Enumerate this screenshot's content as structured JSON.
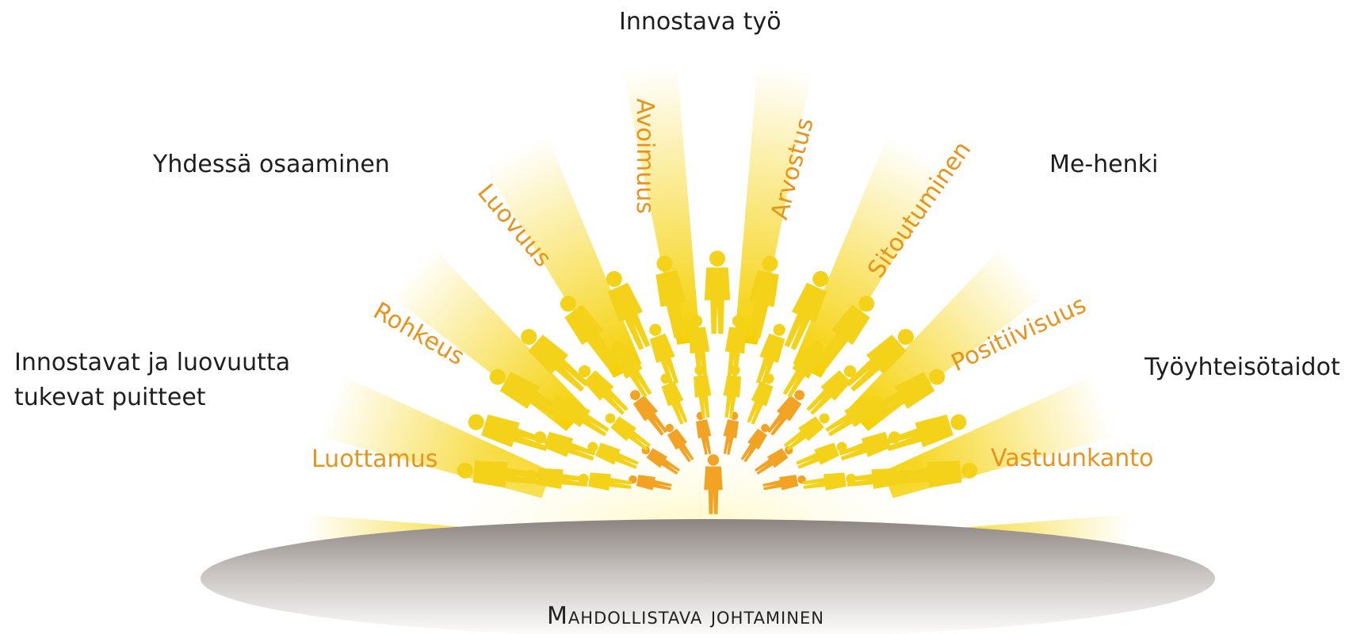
{
  "outer_labels": {
    "top": "Innostava työ",
    "upper_left": "Yhdessä osaaminen",
    "upper_right": "Me-henki",
    "left_line1": "Innostavat ja luovuutta",
    "left_line2": "tukevat puitteet",
    "right": "Työyhteisötaidot"
  },
  "values": [
    "Luottamus",
    "Rohkeus",
    "Luovuus",
    "Avoimuus",
    "Arvostus",
    "Sitoutuminen",
    "Positiivisuus",
    "Vastuunkanto"
  ],
  "base_label": "Mahdollistava johtaminen",
  "colors": {
    "ray": "#f5d000",
    "figure_yellow": "#f4d21a",
    "figure_orange": "#f2a323",
    "value_text": "#e8931c",
    "base_gray": "#8c8480"
  }
}
